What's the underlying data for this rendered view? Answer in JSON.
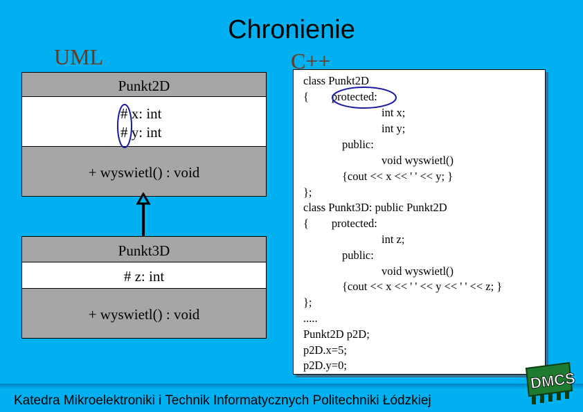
{
  "header": {
    "title": "Chronienie"
  },
  "labels": {
    "uml": "UML",
    "cpp": "C++"
  },
  "uml": {
    "punkt2d": {
      "name": "Punkt2D",
      "attributes": [
        "# x: int",
        "# y: int"
      ],
      "methods": [
        "+ wyswietl() : void"
      ]
    },
    "punkt3d": {
      "name": "Punkt3D",
      "attributes": [
        "# z: int"
      ],
      "methods": [
        "+ wyswietl() : void"
      ]
    }
  },
  "code_lines": [
    "class Punkt2D",
    "{        protected:",
    "int x;",
    "int y;",
    "public:",
    "void wyswietl()",
    "{cout << x << ' ' << y; }",
    "};",
    "class Punkt3D: public Punkt2D",
    "{        protected:",
    "int z;",
    "public:",
    "void wyswietl()",
    "{cout << x << ' ' << y << ' ' << z; }",
    "};",
    ".....",
    "Punkt2D p2D;",
    "p2D.x=5;",
    "p2D.y=0;"
  ],
  "footer": {
    "text": "Katedra Mikroelektroniki i Technik Informatycznych Politechniki Łódzkiej",
    "logo": "DMCS"
  },
  "colors": {
    "background": "#00b0f0",
    "label": "#6b3a1e",
    "highlight": "#1a1aa0"
  }
}
